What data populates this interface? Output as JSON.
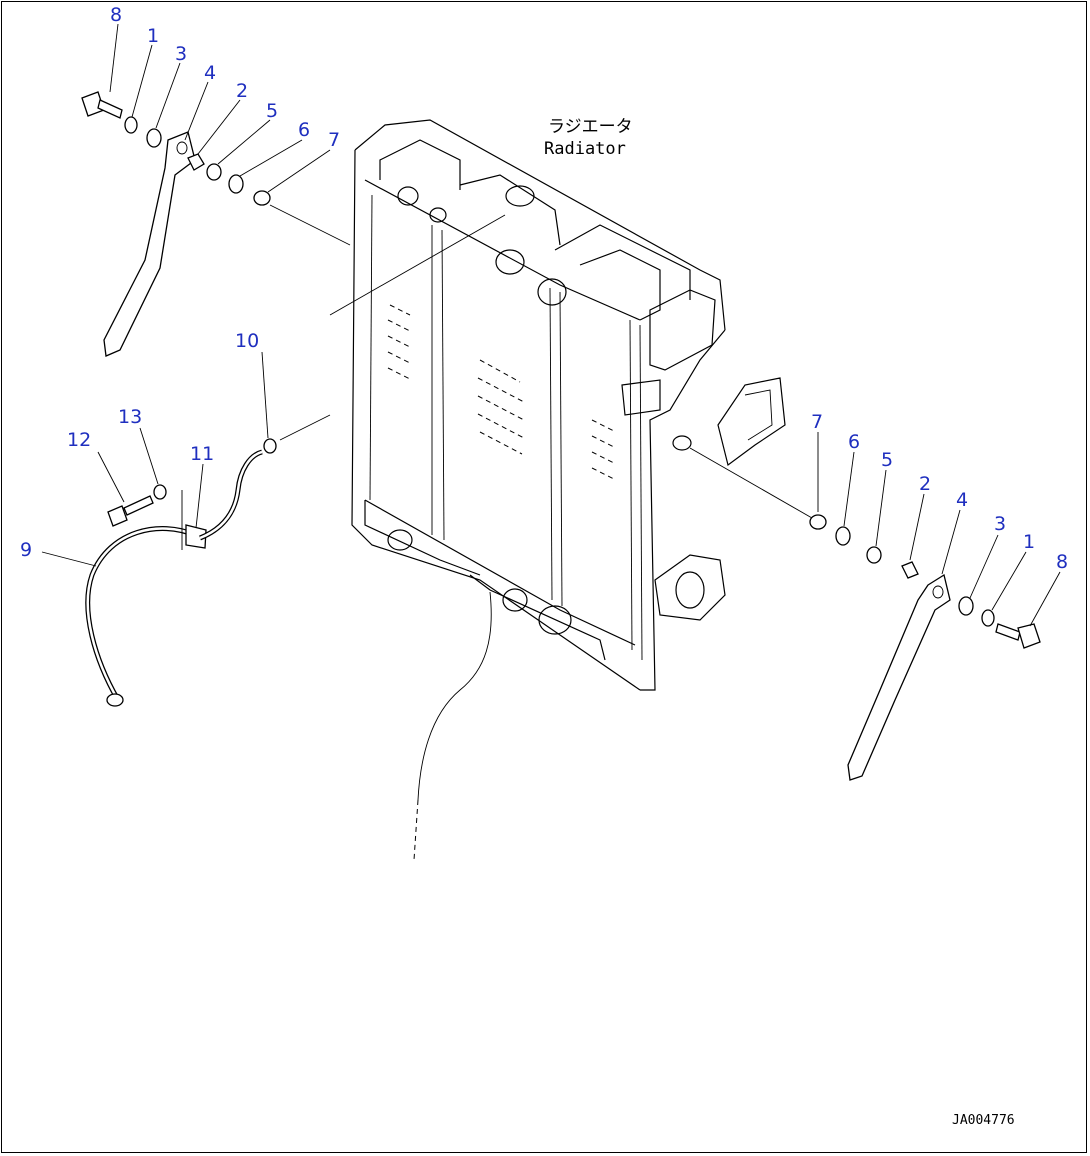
{
  "assembly": {
    "name_jp": "ラジエータ",
    "name_en": "Radiator"
  },
  "drawing_code": "JA004776",
  "callouts": {
    "left": [
      "8",
      "1",
      "3",
      "4",
      "2",
      "5",
      "6",
      "7"
    ],
    "right": [
      "7",
      "6",
      "5",
      "2",
      "4",
      "3",
      "1",
      "8"
    ],
    "ground_cable": [
      "10",
      "13",
      "12",
      "11",
      "9"
    ]
  },
  "colors": {
    "callout": "#1f2fbf",
    "line": "#000000",
    "background": "#ffffff"
  }
}
